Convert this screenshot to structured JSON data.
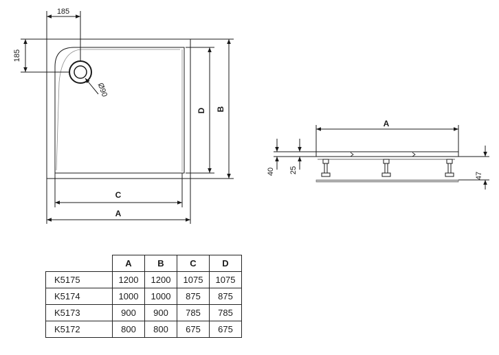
{
  "plan_view": {
    "dim_corner_x": "185",
    "dim_corner_y": "185",
    "dim_drain": "Ø90",
    "label_A": "A",
    "label_B": "B",
    "label_C": "C",
    "label_D": "D"
  },
  "side_view": {
    "label_A": "A",
    "dim_40": "40",
    "dim_25": "25",
    "dim_47": "47"
  },
  "table": {
    "headers": [
      "A",
      "B",
      "C",
      "D"
    ],
    "rows": [
      {
        "model": "K5175",
        "A": "1200",
        "B": "1200",
        "C": "1075",
        "D": "1075"
      },
      {
        "model": "K5174",
        "A": "1000",
        "B": "1000",
        "C": "875",
        "D": "875"
      },
      {
        "model": "K5173",
        "A": "900",
        "B": "900",
        "C": "785",
        "D": "785"
      },
      {
        "model": "K5172",
        "A": "800",
        "B": "800",
        "C": "675",
        "D": "675"
      }
    ]
  }
}
